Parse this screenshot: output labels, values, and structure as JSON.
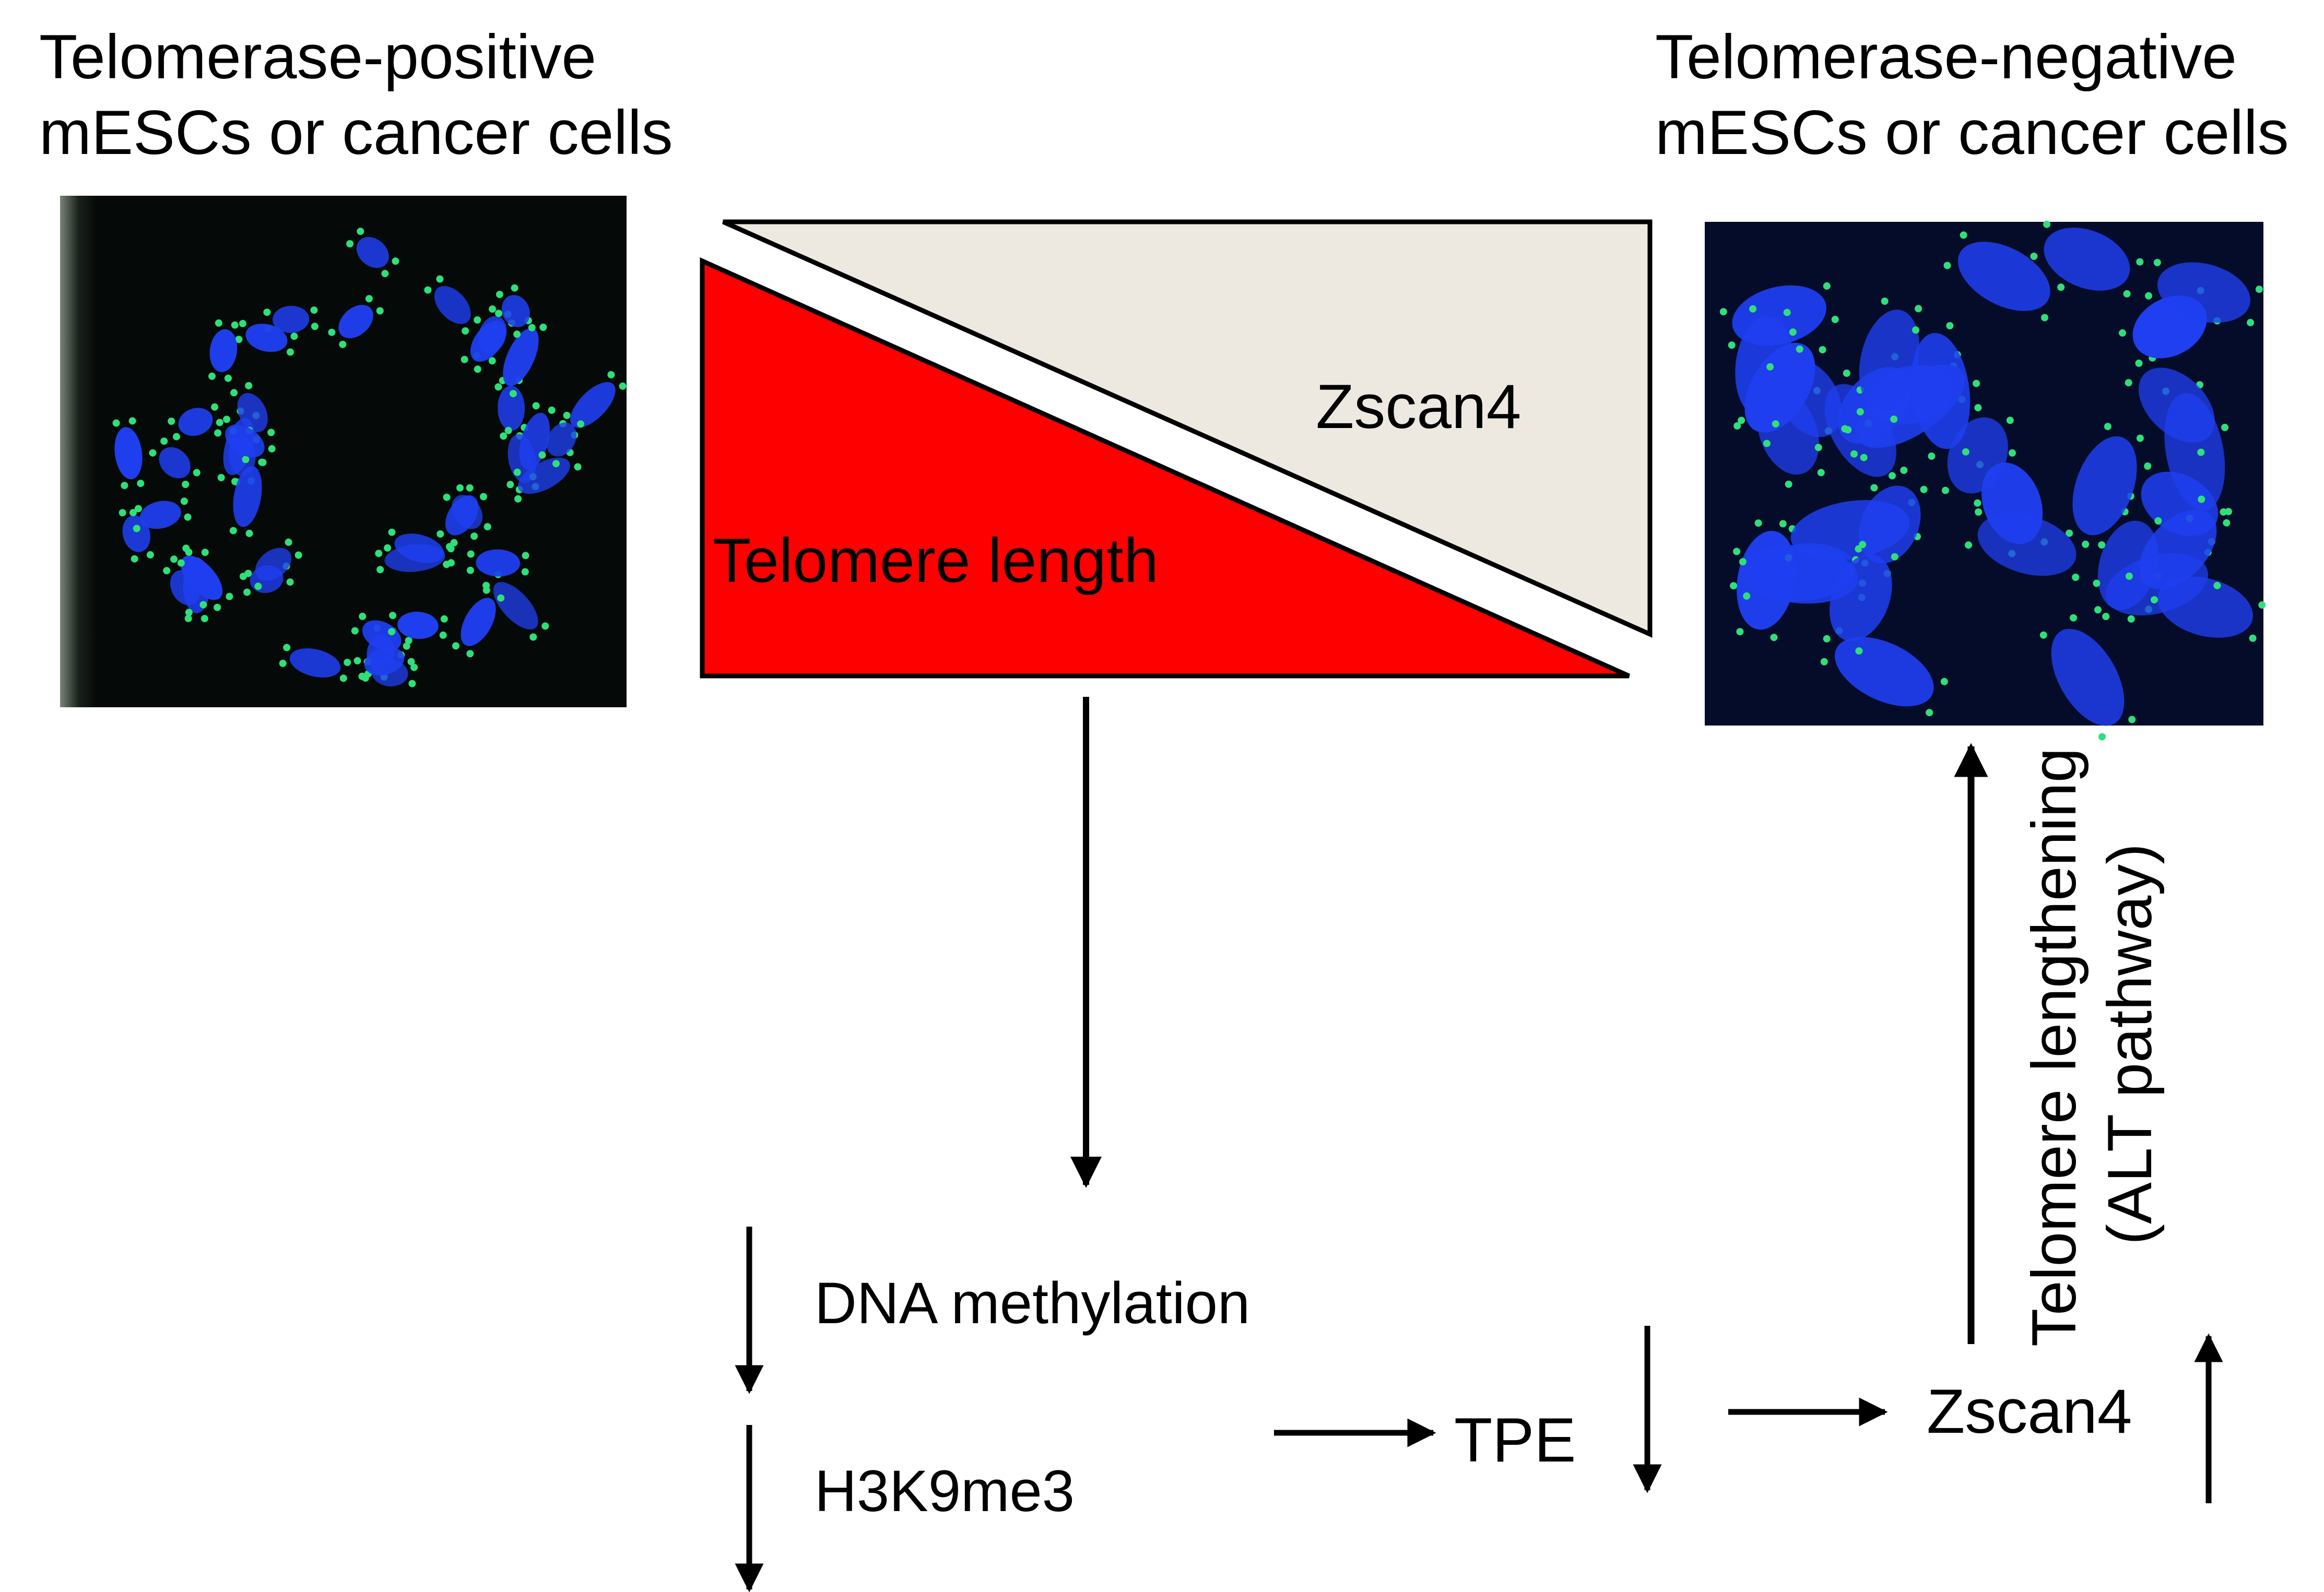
{
  "left_panel": {
    "title_line1": "Telomerase-positive",
    "title_line2": "mESCs or cancer cells"
  },
  "right_panel": {
    "title_line1": "Telomerase-negative",
    "title_line2": "mESCs or cancer cells"
  },
  "gradient": {
    "top_label": "Zscan4",
    "bottom_label": "Telomere length",
    "top_color": "#ede9e0",
    "bottom_color": "#ff0000"
  },
  "pathway": {
    "dna_methylation": "DNA methylation",
    "h3k9me3": "H3K9me3",
    "tpe": "TPE",
    "zscan4": "Zscan4",
    "vertical_line1": "Telomere lengthening",
    "vertical_line2": "(ALT pathway)"
  },
  "colors": {
    "micrograph_background": "#050a08",
    "chromosome_blue": "#1f3ff0",
    "telomere_green": "#2fe07a"
  }
}
